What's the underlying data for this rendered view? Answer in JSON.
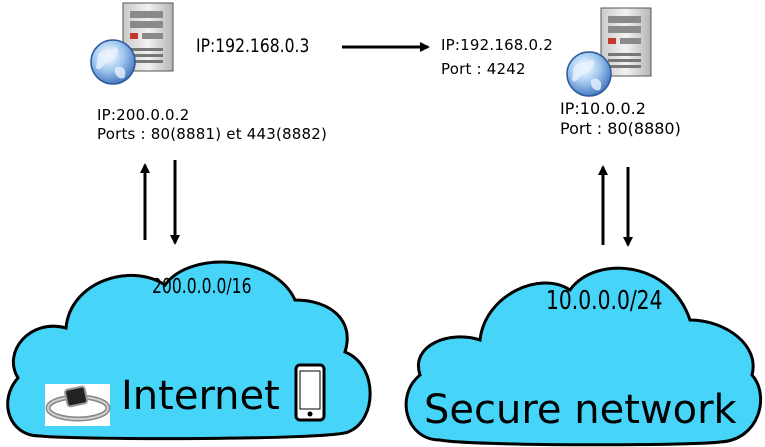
{
  "left_server": {
    "ip_line": "IP:200.0.0.2",
    "ports_line": "Ports : 80(8881) et 443(8882)",
    "inner_ip": "IP:192.168.0.3"
  },
  "middle_server": {
    "ip_line": "IP:192.168.0.2",
    "port_line": "Port : 4242"
  },
  "right_server": {
    "ip_line": "IP:10.0.0.2",
    "port_line": "Port : 80(8880)"
  },
  "internet_cloud": {
    "subnet": "200.0.0.0/16",
    "label": "Internet",
    "fill_color": "#46d4f8"
  },
  "secure_cloud": {
    "subnet": "10.0.0.0/24",
    "label": "Secure network",
    "fill_color": "#46d4f8"
  }
}
